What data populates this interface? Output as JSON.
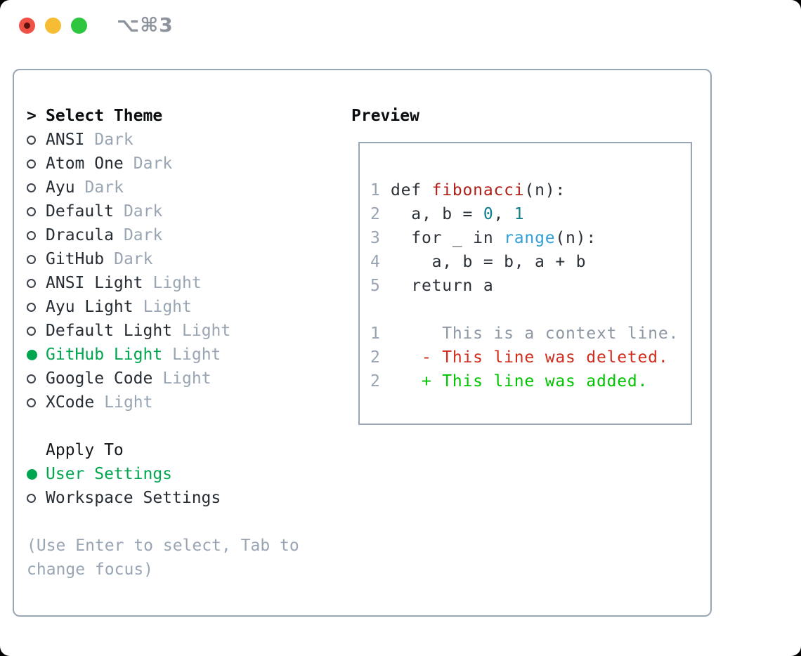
{
  "window": {
    "shortcut": "⌥⌘3"
  },
  "colors": {
    "panel_border": "#9aa6b4",
    "selection_green": "#00a550",
    "added_green": "#00c300",
    "deleted_red": "#d02c1d",
    "function_red": "#b0201a",
    "builtin_blue": "#2f9fd8",
    "number_teal": "#0e7f8b",
    "muted_gray": "#9aa5b3",
    "text_dark": "#262c33",
    "traffic_red": "#f05045",
    "traffic_yellow": "#f6bd34",
    "traffic_green": "#2ec53f"
  },
  "theme_panel": {
    "header": {
      "prompt": ">",
      "label": "Select Theme"
    },
    "items": [
      {
        "name": "ANSI",
        "tag": "Dark",
        "selected": false
      },
      {
        "name": "Atom One",
        "tag": "Dark",
        "selected": false
      },
      {
        "name": "Ayu",
        "tag": "Dark",
        "selected": false
      },
      {
        "name": "Default",
        "tag": "Dark",
        "selected": false
      },
      {
        "name": "Dracula",
        "tag": "Dark",
        "selected": false
      },
      {
        "name": "GitHub",
        "tag": "Dark",
        "selected": false
      },
      {
        "name": "ANSI Light",
        "tag": "Light",
        "selected": false
      },
      {
        "name": "Ayu Light",
        "tag": "Light",
        "selected": false
      },
      {
        "name": "Default Light",
        "tag": "Light",
        "selected": false
      },
      {
        "name": "GitHub Light",
        "tag": "Light",
        "selected": true
      },
      {
        "name": "Google Code",
        "tag": "Light",
        "selected": false
      },
      {
        "name": "XCode",
        "tag": "Light",
        "selected": false
      }
    ],
    "apply_to": {
      "label": "Apply To",
      "options": [
        {
          "name": "User Settings",
          "selected": true
        },
        {
          "name": "Workspace Settings",
          "selected": false
        }
      ]
    },
    "hint_lines": [
      "(Use Enter to select, Tab to",
      "change focus)"
    ]
  },
  "preview": {
    "title": "Preview",
    "code_lines": [
      {
        "num": "1",
        "segments": [
          {
            "t": "def ",
            "c": "plain"
          },
          {
            "t": "fibonacci",
            "c": "fn"
          },
          {
            "t": "(n):",
            "c": "plain"
          }
        ]
      },
      {
        "num": "2",
        "segments": [
          {
            "t": "  a, b = ",
            "c": "plain"
          },
          {
            "t": "0",
            "c": "num"
          },
          {
            "t": ", ",
            "c": "plain"
          },
          {
            "t": "1",
            "c": "num"
          }
        ]
      },
      {
        "num": "3",
        "segments": [
          {
            "t": "  for _ in ",
            "c": "plain"
          },
          {
            "t": "range",
            "c": "builtin"
          },
          {
            "t": "(n):",
            "c": "plain"
          }
        ]
      },
      {
        "num": "4",
        "segments": [
          {
            "t": "    a, b = b, a + b",
            "c": "plain"
          }
        ]
      },
      {
        "num": "5",
        "segments": [
          {
            "t": "  return a",
            "c": "plain"
          }
        ]
      },
      {
        "num": "",
        "segments": []
      },
      {
        "num": "1",
        "segments": [
          {
            "t": "     This is a context line.",
            "c": "context"
          }
        ]
      },
      {
        "num": "2",
        "segments": [
          {
            "t": "   - This line was deleted.",
            "c": "deleted"
          }
        ]
      },
      {
        "num": "2",
        "segments": [
          {
            "t": "   + This line was added.",
            "c": "added"
          }
        ]
      }
    ]
  }
}
